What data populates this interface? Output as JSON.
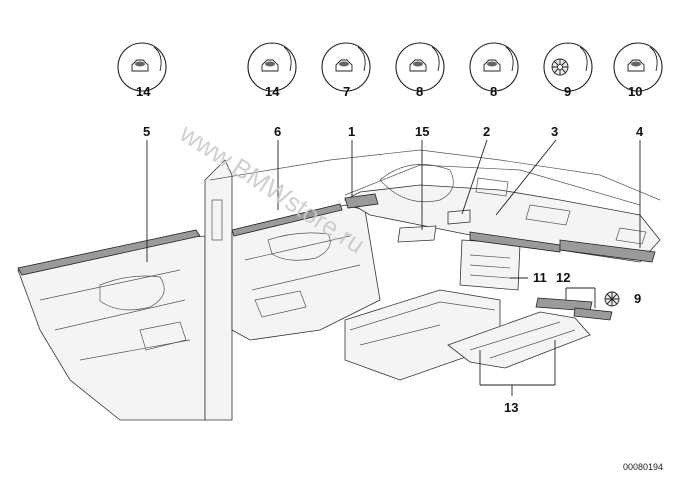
{
  "diagram": {
    "top_callouts": [
      {
        "label": "14",
        "icon": "clip-icon"
      },
      {
        "label": "14",
        "icon": "clip-icon"
      },
      {
        "label": "7",
        "icon": "clip-icon"
      },
      {
        "label": "8",
        "icon": "clip-icon"
      },
      {
        "label": "8",
        "icon": "clip-icon"
      },
      {
        "label": "9",
        "icon": "star-nut-icon"
      },
      {
        "label": "10",
        "icon": "clip-icon"
      }
    ],
    "part_labels": [
      "5",
      "6",
      "1",
      "15",
      "2",
      "3",
      "4",
      "11",
      "12",
      "9",
      "13"
    ],
    "watermark": "www.BMWstore.ru",
    "reference_code": "00080194"
  }
}
